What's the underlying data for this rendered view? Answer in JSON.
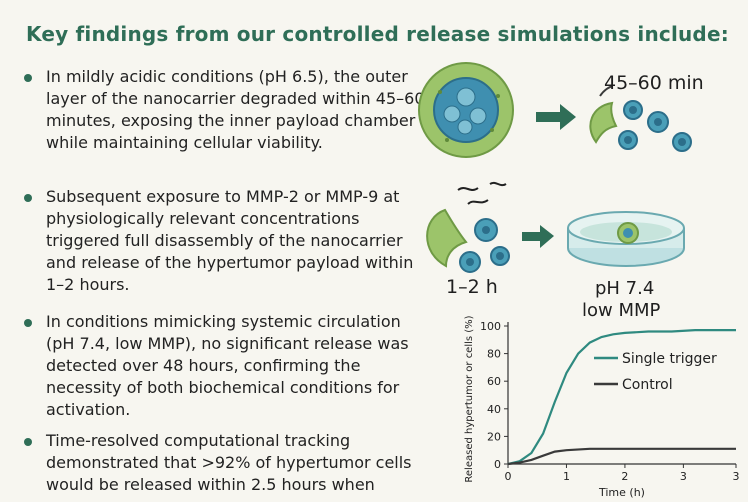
{
  "heading": "Key findings from our controlled release simulations include:",
  "bullets": [
    {
      "text": "In mildly acidic conditions (pH 6.5), the outer layer of the nanocarrier degraded within 45–60 minutes, exposing the inner payload chamber while maintaining cellular viability."
    },
    {
      "text": "Subsequent exposure to MMP-2 or MMP-9 at physiologically relevant concentrations triggered full disassembly of the nanocarrier and release of the hypertumor payload within 1–2 hours."
    },
    {
      "text": "In conditions mimicking systemic circulation (pH 7.4, low MMP), no significant release was detected over 48 hours, confirming the necessity of both biochemical conditions for activation."
    },
    {
      "text": "Time-resolved computational tracking demonstrated that >92% of hypertumor cells would be released within 2.5 hours when"
    }
  ],
  "illustration": {
    "label_time1": "45–60 min",
    "label_time2": "1–2 h",
    "label_ph_line1": "pH 7.4",
    "label_ph_line2": "low MMP",
    "colors": {
      "carrier_green": "#9cc46a",
      "cell_blue": "#4a9fb8",
      "arrow": "#2f6e57"
    }
  },
  "chart_data": {
    "type": "line",
    "ylabel": "Released hypertumor or cells (%)",
    "xlabel": "Time (h)",
    "xlim": [
      0,
      3.9
    ],
    "ylim": [
      0,
      100
    ],
    "xticks": [
      0,
      1,
      2,
      3,
      3
    ],
    "yticks": [
      0,
      20,
      40,
      60,
      80,
      100
    ],
    "legend_placement": "right",
    "series": [
      {
        "name": "Single trigger",
        "color": "#2f8a80",
        "x": [
          0,
          0.2,
          0.4,
          0.6,
          0.8,
          1.0,
          1.2,
          1.4,
          1.6,
          1.8,
          2.0,
          2.4,
          2.8,
          3.2,
          3.6,
          3.9
        ],
        "y": [
          0,
          2,
          8,
          22,
          45,
          66,
          80,
          88,
          92,
          94,
          95,
          96,
          96,
          97,
          97,
          97
        ]
      },
      {
        "name": "Control",
        "color": "#3a3a3a",
        "x": [
          0,
          0.2,
          0.4,
          0.6,
          0.8,
          1.0,
          1.4,
          2.0,
          2.6,
          3.2,
          3.9
        ],
        "y": [
          0,
          1,
          3,
          6,
          9,
          10,
          11,
          11,
          11,
          11,
          11
        ]
      }
    ]
  }
}
